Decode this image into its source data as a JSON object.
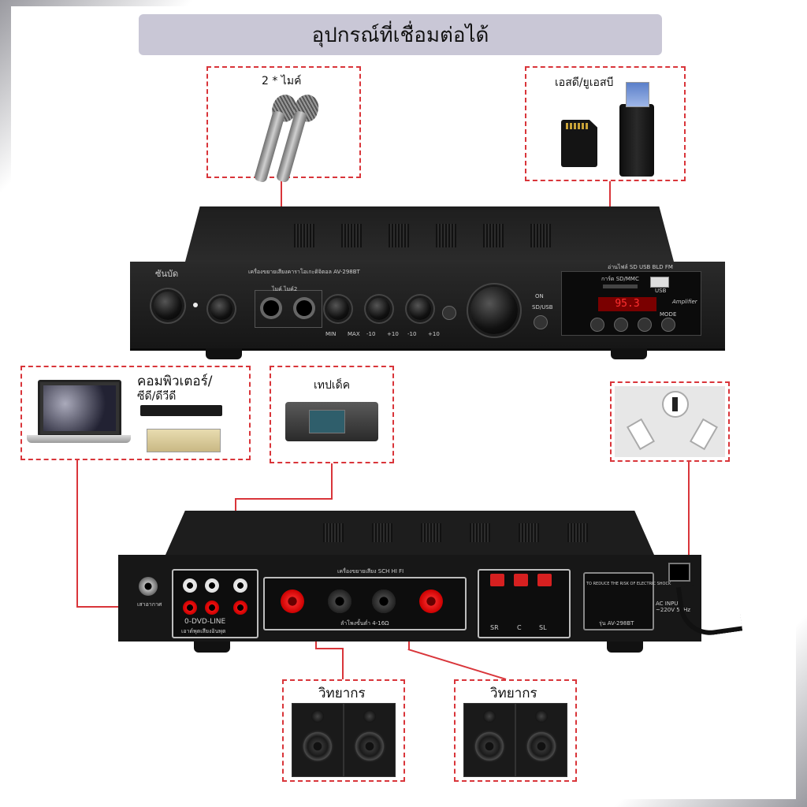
{
  "title": "อุปกรณ์ที่เชื่อมต่อได้",
  "boxes": {
    "mic": "2 * ไมค์",
    "sd_usb": "เอสดี/ยูเอสบี",
    "computer_line1": "คอมพิวเตอร์/",
    "computer_line2": "ซีดี/ดีวีดี",
    "tape": "เทปเด็ค",
    "speaker_left": "วิทยากร",
    "speaker_right": "วิทยากร"
  },
  "front_panel": {
    "power_label": "ซันบัด",
    "model_text": "เครื่องขยายเสียงคาราโอเกะดิจิตอล AV-298BT",
    "mic_jacks_label": "ไมค์ ไมค์2",
    "knob_labels": [
      "MIN",
      "MAX",
      "-10",
      "+10",
      "-10",
      "+10"
    ],
    "on_label": "ON",
    "sd_usb_label": "SD/USB",
    "display_header": "อ่านไฟล์ SD USB BLD FM",
    "card_slot_label": "การ์ด SD/MMC",
    "frequency": "95.3",
    "usb_label": "USB",
    "mode_label": "MODE",
    "brand": "Amplifier"
  },
  "back_panel": {
    "antenna_label": "เสาอากาศ",
    "dvd_line_label": "0-DVD-LINE",
    "input_caption": "เอาต์พุตเสียงอินพุต",
    "speaker_caption": "ลำโพงขั้นต่ำ 4-16Ω",
    "panel_title": "เครื่องขยายเสียง SCH HI FI",
    "surround_labels": [
      "SR",
      "C",
      "SL"
    ],
    "warning_text": "TO REDUCE THE RISK OF ELECTRIC SHOCK",
    "ac_input": "AC INPUT ~220V 50Hz",
    "model_sticker": "รุ่น AV-298BT"
  },
  "colors": {
    "accent": "#d9353a",
    "title_bg": "#c9c7d6",
    "amp_body": "#1a1a1a"
  }
}
